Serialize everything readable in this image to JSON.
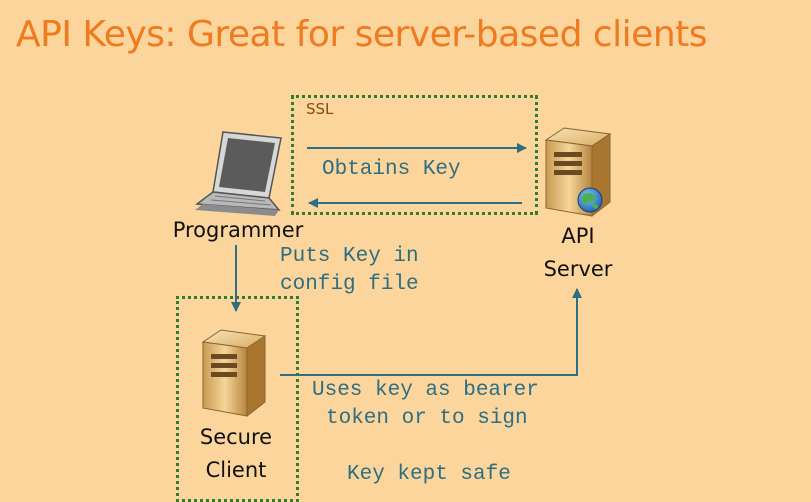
{
  "title": "API Keys: Great for server-based clients",
  "ssl_label": "SSL",
  "obtains_key": "Obtains Key",
  "programmer": "Programmer",
  "api_server_line1": "API",
  "api_server_line2": "Server",
  "puts_key_line1": "Puts Key in",
  "puts_key_line2": "config file",
  "secure_client_line1": "Secure",
  "secure_client_line2": "Client",
  "uses_key_line1": "Uses key as bearer",
  "uses_key_line2": "token or to sign",
  "key_kept_safe": "Key kept safe",
  "colors": {
    "background": "#fbd59c",
    "title": "#f07a1e",
    "arrow": "#2e6e82",
    "dotted_box": "#2e7d32"
  },
  "icons": [
    "laptop-icon",
    "server-icon",
    "globe-icon"
  ]
}
